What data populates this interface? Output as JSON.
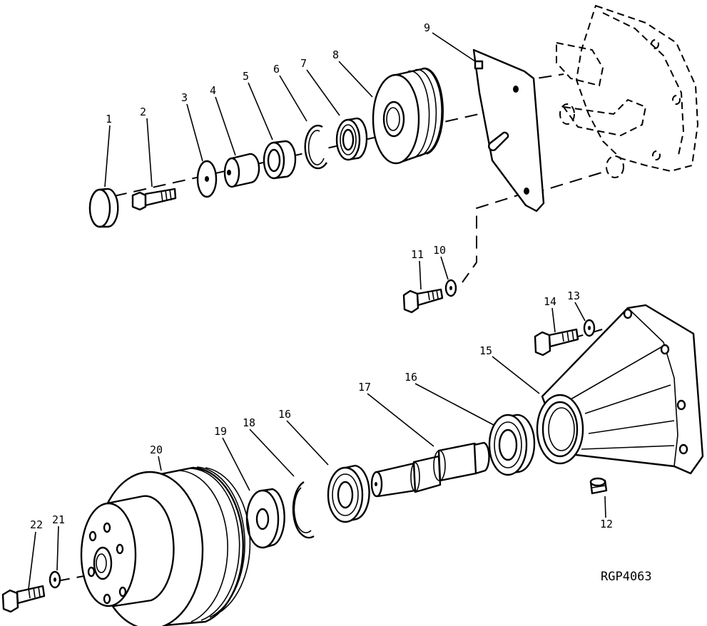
{
  "figure_code": "RGP4063",
  "callouts": {
    "c1": "1",
    "c2": "2",
    "c3": "3",
    "c4": "4",
    "c5": "5",
    "c6": "6",
    "c7": "7",
    "c8": "8",
    "c9": "9",
    "c10": "10",
    "c11": "11",
    "c12": "12",
    "c13": "13",
    "c14": "14",
    "c15": "15",
    "c16a": "16",
    "c16b": "16",
    "c17": "17",
    "c18": "18",
    "c19": "19",
    "c20": "20",
    "c21": "21",
    "c22": "22"
  }
}
